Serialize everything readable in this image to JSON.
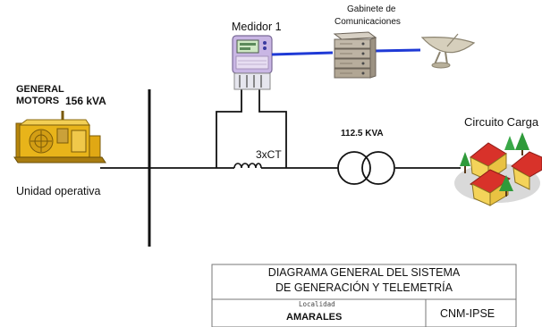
{
  "generator": {
    "brand": "GENERAL MOTORS",
    "brand_line1": "GENERAL",
    "brand_line2": "MOTORS",
    "rating": "156 kVA",
    "caption": "Unidad operativa"
  },
  "meter": {
    "label": "Medidor 1"
  },
  "comms_cabinet": {
    "line1": "Gabinete de",
    "line2": "Comunicaciones"
  },
  "current_transformer": {
    "label": "3xCT"
  },
  "transformer": {
    "rating": "112.5 KVA"
  },
  "load": {
    "label": "Circuito Carga"
  },
  "title_block": {
    "title_line1": "DIAGRAMA GENERAL DEL SISTEMA",
    "title_line2": "DE GENERACIÓN Y TELEMETRÍA",
    "locality_caption": "Localidad",
    "locality": "AMARALES",
    "code": "CNM-IPSE"
  },
  "colors": {
    "line": "#111111",
    "comms_link": "#1f3ad6",
    "generator": "#e8b41a",
    "meter_body": "#c9b6e4",
    "roof": "#d8322a",
    "house_wall": "#f4d35a",
    "tree": "#2f9a3a"
  }
}
